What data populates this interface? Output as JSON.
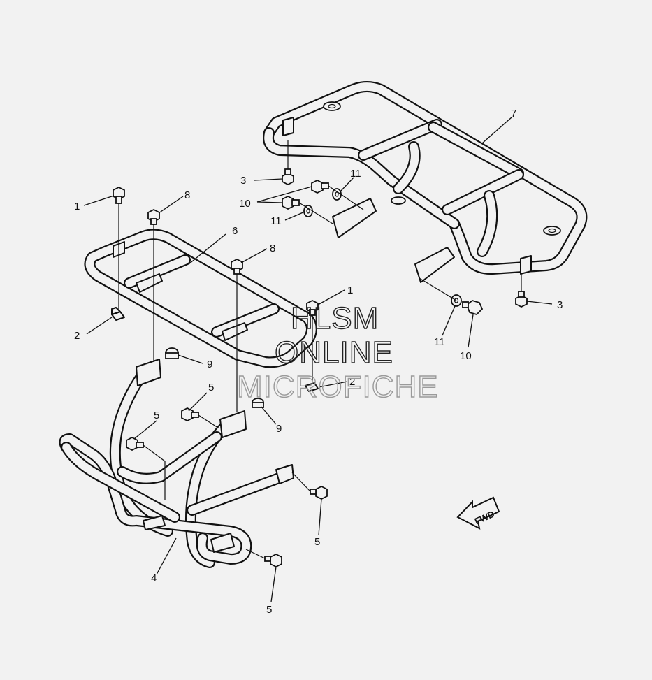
{
  "watermark": {
    "line1": "HLSM",
    "line2": "ONLINE",
    "line3": "MICROFICHE"
  },
  "direction": {
    "label": "FWD"
  },
  "callouts": {
    "c1a": "1",
    "c1b": "1",
    "c2a": "2",
    "c2b": "2",
    "c3a": "3",
    "c3b": "3",
    "c4": "4",
    "c5a": "5",
    "c5b": "5",
    "c5c": "5",
    "c5d": "5",
    "c6": "6",
    "c7": "7",
    "c8a": "8",
    "c8b": "8",
    "c9a": "9",
    "c9b": "9",
    "c10a": "10",
    "c10b": "10",
    "c11a": "11",
    "c11b": "11",
    "c11c": "11"
  }
}
